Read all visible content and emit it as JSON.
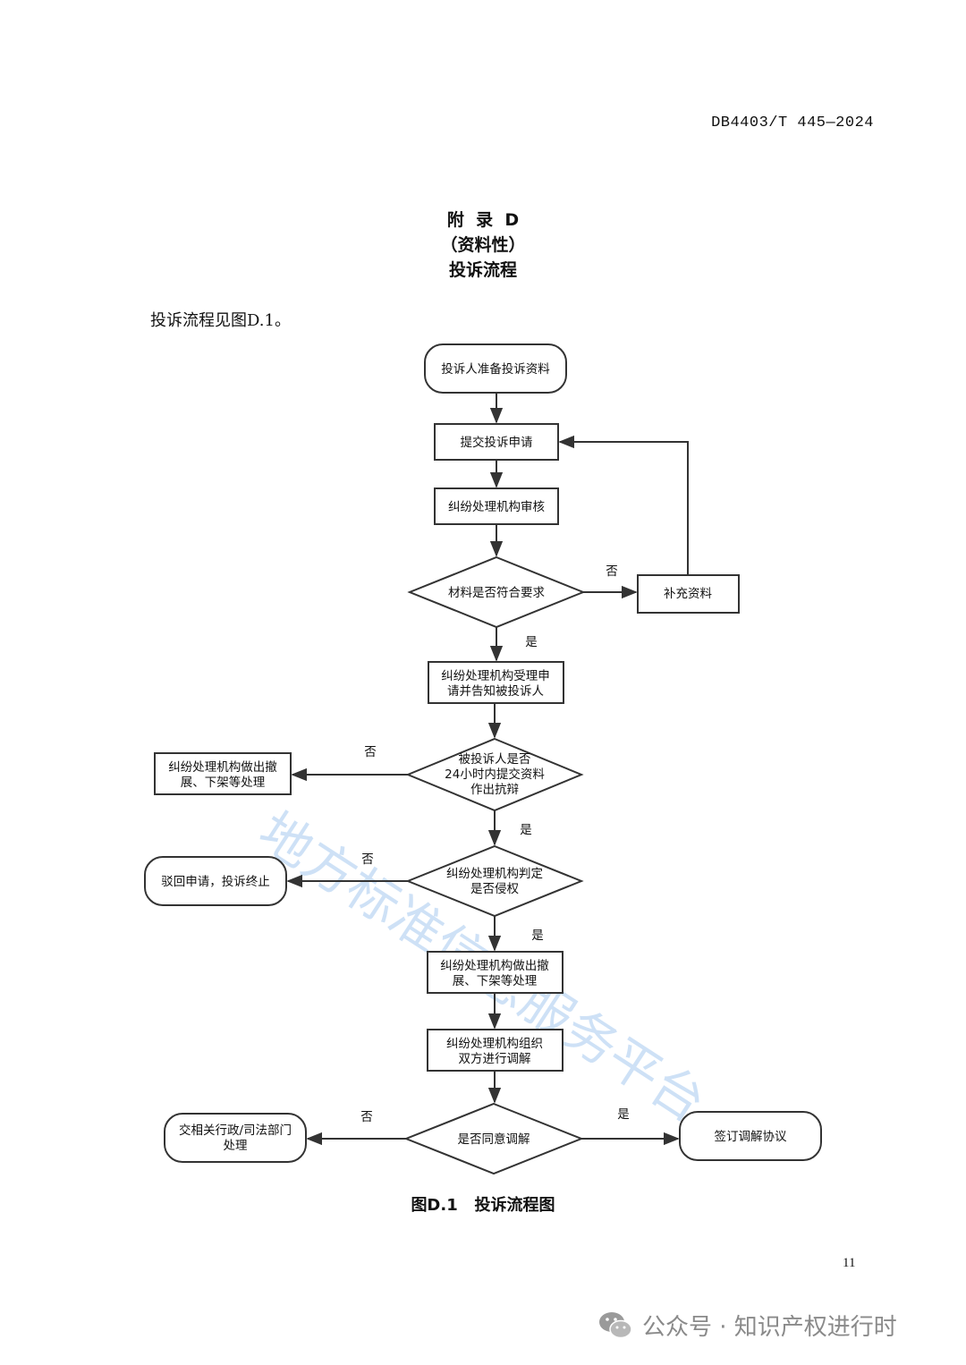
{
  "header": {
    "doc_code": "DB4403/T 445—2024"
  },
  "appendix": {
    "line1": "附  录  D",
    "line2": "（资料性）",
    "line3": "投诉流程"
  },
  "intro": "投诉流程见图D.1。",
  "flow": {
    "start": "投诉人准备投诉资料",
    "submit": "提交投诉申请",
    "review": "纠纷处理机构审核",
    "check_materials": "材料是否符合要求",
    "supplement": "补充资料",
    "accept": [
      "纠纷处理机构受理申",
      "请并告知被投诉人"
    ],
    "defend_check": [
      "被投诉人是否",
      "24小时内提交资料",
      "作出抗辩"
    ],
    "takedown_left": [
      "纠纷处理机构做出撤",
      "展、下架等处理"
    ],
    "infringe_check": [
      "纠纷处理机构判定",
      "是否侵权"
    ],
    "reject": "驳回申请，投诉终止",
    "takedown": [
      "纠纷处理机构做出撤",
      "展、下架等处理"
    ],
    "mediate": [
      "纠纷处理机构组织",
      "双方进行调解"
    ],
    "agree_check": "是否同意调解",
    "transfer": [
      "交相关行政/司法部门",
      "处理"
    ],
    "sign": "签订调解协议",
    "label_yes": "是",
    "label_no": "否"
  },
  "watermark": "地方标准信息服务平台",
  "figure_caption": "图D.1   投诉流程图",
  "page_number": "11",
  "footer": {
    "brand": "公众号 · 知识产权进行时",
    "icon": "wechat-icon"
  }
}
